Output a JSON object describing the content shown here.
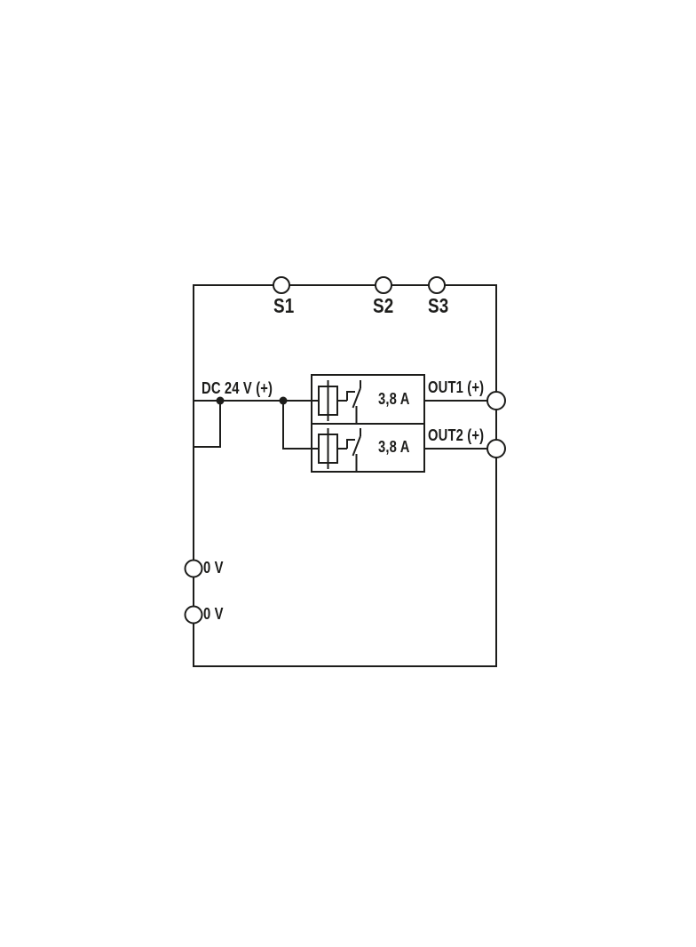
{
  "diagram": {
    "kind": "wiring-diagram",
    "colors": {
      "line": "#1d1d1b",
      "background": "#ffffff"
    },
    "signal_terminals": [
      {
        "label": "S1"
      },
      {
        "label": "S2"
      },
      {
        "label": "S3"
      }
    ],
    "input": {
      "label": "DC 24 V (+)"
    },
    "outputs": [
      {
        "label": "OUT1 (+)",
        "rating": "3,8 A"
      },
      {
        "label": "OUT2 (+)",
        "rating": "3,8 A"
      }
    ],
    "ground_terminals": [
      {
        "label": "0 V"
      },
      {
        "label": "0 V"
      }
    ]
  }
}
